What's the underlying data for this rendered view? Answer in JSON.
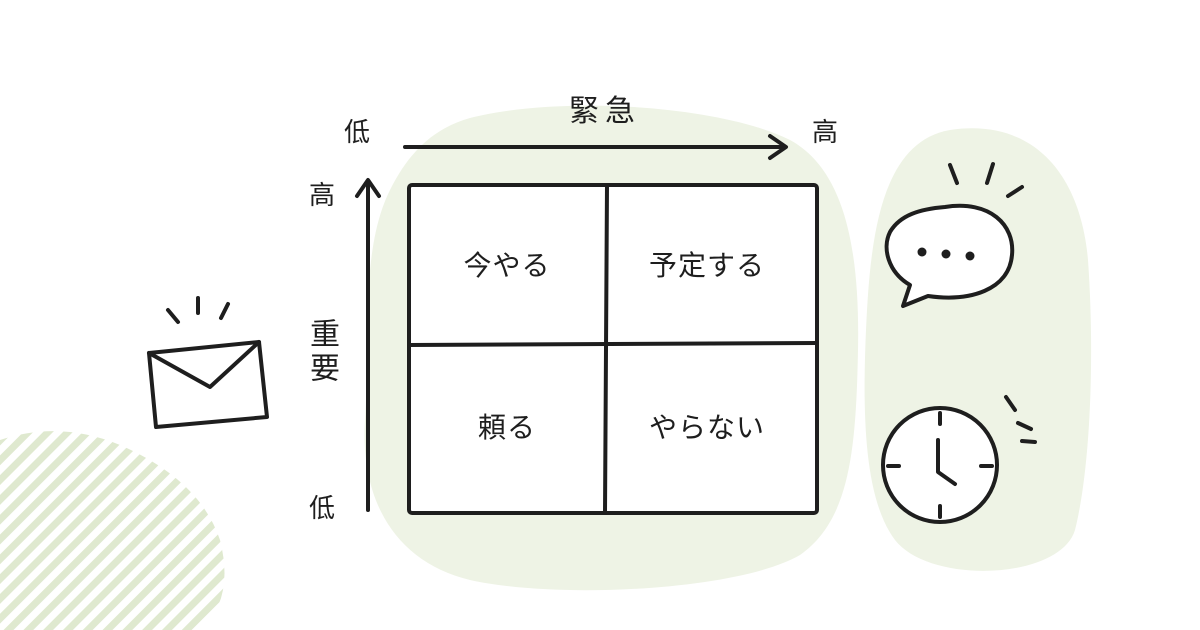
{
  "colors": {
    "ink": "#1e1e1e",
    "blob": "#eef3e5",
    "hatch": "#dfe9cf"
  },
  "x_axis": {
    "title": "緊急",
    "low": "低",
    "high": "高"
  },
  "y_axis": {
    "title": "重要",
    "high": "高",
    "low": "低"
  },
  "quadrants": {
    "top_left": "今やる",
    "top_right": "予定する",
    "bottom_left": "頼る",
    "bottom_right": "やらない"
  },
  "icons": {
    "mail": "envelope-icon",
    "chat": "speech-bubble-icon",
    "clock": "clock-icon"
  }
}
